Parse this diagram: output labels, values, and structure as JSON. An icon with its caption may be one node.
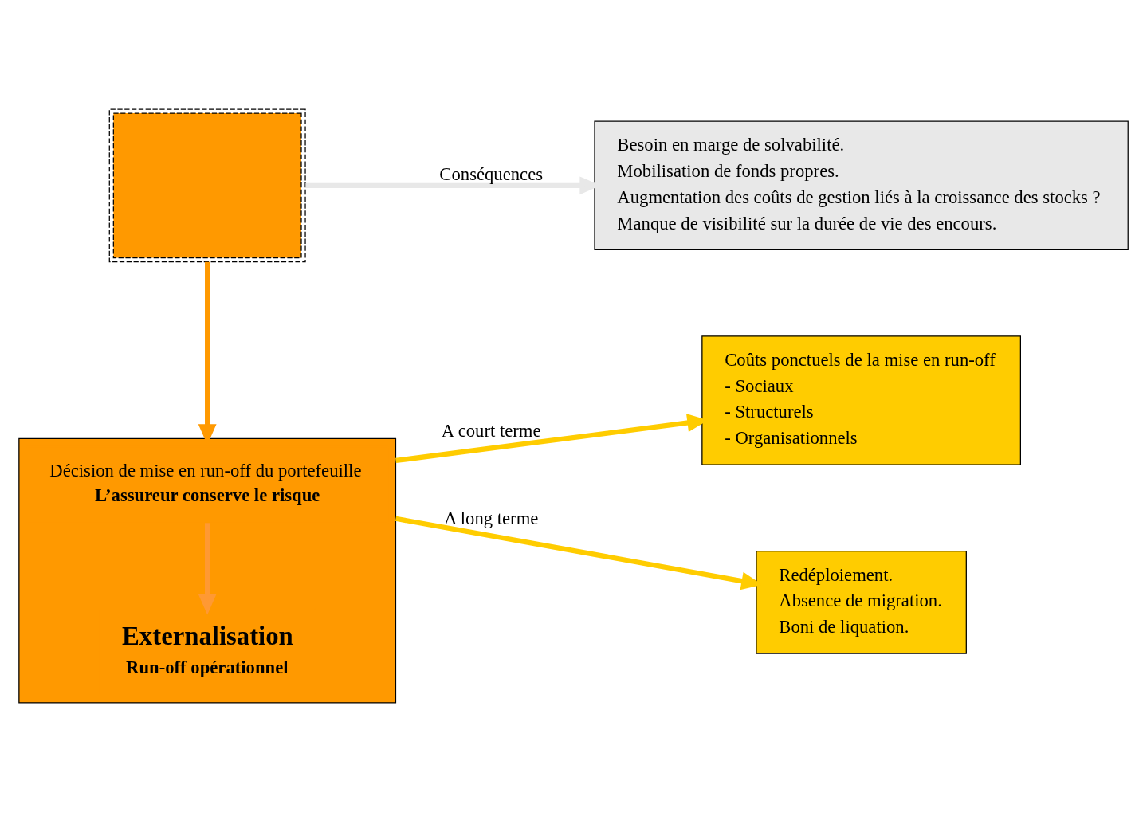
{
  "diagram": {
    "nodes": [
      {
        "text": [],
        "shape": "box"
      },
      {
        "text": [
          "Besoin en marge de solvabilité.",
          "Mobilisation de fonds propres.",
          "Augmentation des coûts de gestion liés à la croissance des stocks ?",
          "Manque de visibilité sur la durée de vie des encours."
        ]
      },
      {
        "text": [],
        "shape": "box"
      },
      {
        "text": [
          "Décision de mise en run-off du portefeuille",
          "L’assureur conserve le risque"
        ],
        "in": 2
      },
      {
        "text": [
          "Externalisation",
          "Run-off opérationnel"
        ],
        "in": 2
      },
      {
        "text": [
          "Coûts ponctuels de la mise en run-off",
          "- Sociaux",
          "- Structurels",
          "- Organisationnels"
        ]
      },
      {
        "text": [
          "Redéploiement.",
          "Absence de migration.",
          "Boni de liquation."
        ]
      }
    ],
    "edges": [
      {
        "from": 0,
        "to": 1,
        "arrow": "to",
        "label": "Conséquences",
        "color": "#e8e8e8"
      },
      {
        "from": 0,
        "to": 2,
        "arrow": "to",
        "color": "#ff9900"
      },
      {
        "from": 3,
        "to": 4,
        "arrow": "to",
        "color": "#ff9933"
      },
      {
        "from": 2,
        "to": 5,
        "arrow": "to",
        "label": "A court terme",
        "color": "#ffcc00"
      },
      {
        "from": 2,
        "to": 6,
        "arrow": "to",
        "label": "A long terme",
        "color": "#ffcc00"
      }
    ]
  }
}
